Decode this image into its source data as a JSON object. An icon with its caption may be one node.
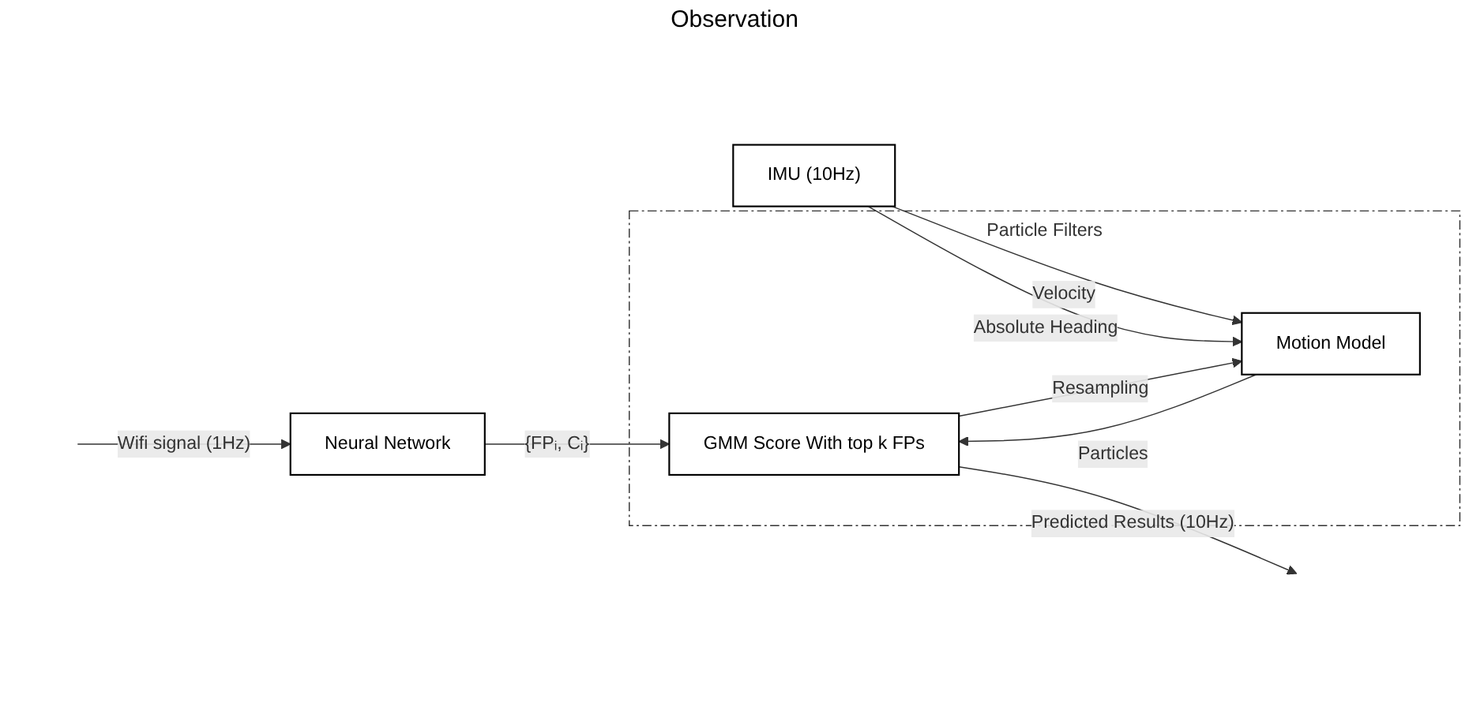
{
  "diagram": {
    "nodes": [
      {
        "text": [
          "Neural Network"
        ]
      },
      {
        "text": [
          "Particle Filters"
        ]
      },
      {
        "text": [
          "Motion Model"
        ],
        "in": 1
      },
      {
        "text": [
          "GMM Score With top k FPs"
        ],
        "in": 1
      },
      {
        "text": [
          "IMU (10Hz)"
        ]
      }
    ],
    "edges": [
      {
        "from": null,
        "to": 0,
        "arrow": "to",
        "label": "Wifi signal (1Hz)"
      },
      {
        "from": 0,
        "to": 3,
        "arrow": "to",
        "label": "{FPᵢ, Cᵢ}"
      },
      {
        "from": 4,
        "to": 2,
        "arrow": "to",
        "label": "Velocity"
      },
      {
        "from": 4,
        "to": 2,
        "arrow": "to",
        "label": "Absolute Heading"
      },
      {
        "from": 2,
        "to": 3,
        "arrow": "to",
        "label": "Particles"
      },
      {
        "from": 3,
        "to": 2,
        "arrow": "to",
        "label": "Resampling"
      },
      {
        "from": 3,
        "to": null,
        "arrow": "to",
        "label": "Predicted Results (10Hz)"
      }
    ],
    "labels": [
      "Observation"
    ]
  }
}
